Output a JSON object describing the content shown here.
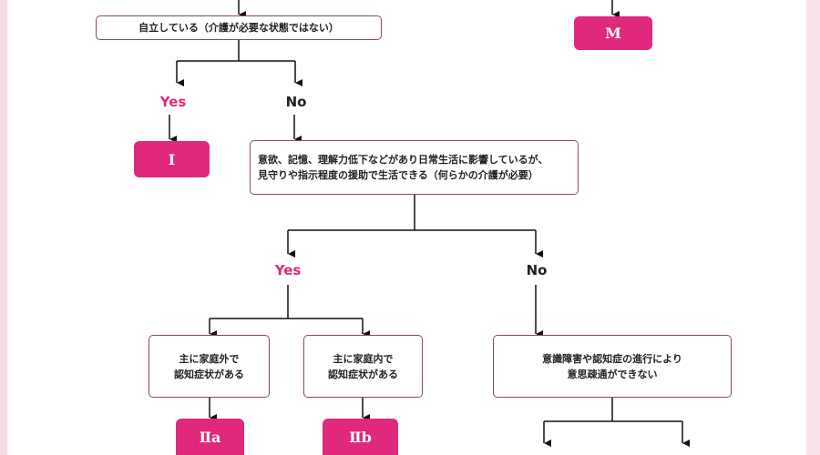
{
  "accent_color": "#e0297c",
  "nodes": {
    "independent": "自立している（介護が必要な状態ではない）",
    "daily_life_affected": {
      "line1": "意欲、記憶、理解力低下などがあり日常生活に影響しているが、",
      "line2": "見守りや指示程度の援助で生活できる（何らかの介護が必要）"
    },
    "outside_home": {
      "line1": "主に家庭外で",
      "line2": "認知症状がある"
    },
    "inside_home": {
      "line1": "主に家庭内で",
      "line2": "認知症状がある"
    },
    "communication_impossible": {
      "line1": "意識障害や認知症の進行により",
      "line2": "意思疎通ができない"
    }
  },
  "grades": {
    "M": "M",
    "I": "I",
    "IIa": "Ⅱa",
    "IIb": "Ⅱb"
  },
  "labels": {
    "yes_top": "Yes",
    "no_top": "No",
    "yes_mid": "Yes",
    "no_mid": "No"
  }
}
